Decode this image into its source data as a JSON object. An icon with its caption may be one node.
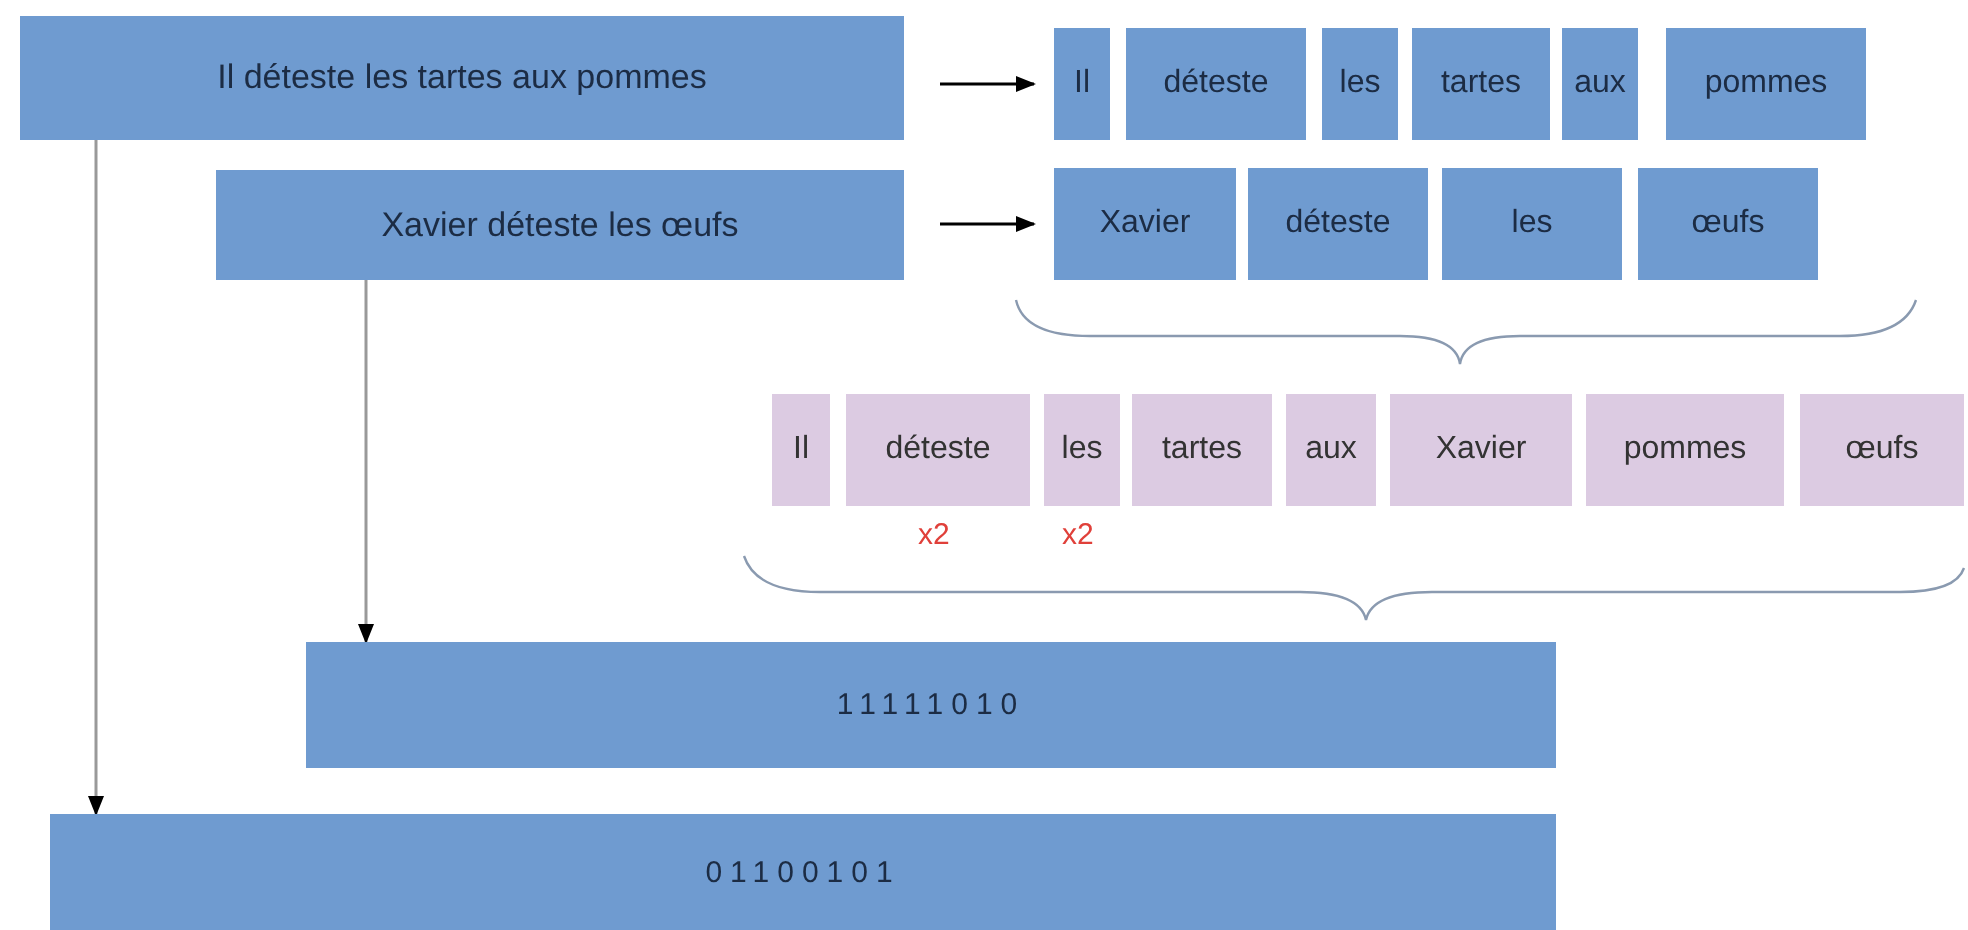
{
  "diagram": {
    "nodes": [
      {
        "text": [
          "Il déteste les tartes aux pommes"
        ]
      },
      {
        "text": [
          "Xavier déteste les œufs"
        ]
      },
      {
        "text": [
          "Il"
        ]
      },
      {
        "text": [
          "déteste"
        ]
      },
      {
        "text": [
          "les"
        ]
      },
      {
        "text": [
          "tartes"
        ]
      },
      {
        "text": [
          "aux"
        ]
      },
      {
        "text": [
          "pommes"
        ]
      },
      {
        "text": [
          "Xavier"
        ]
      },
      {
        "text": [
          "déteste"
        ]
      },
      {
        "text": [
          "les"
        ]
      },
      {
        "text": [
          "œufs"
        ]
      },
      {
        "text": [
          "Il"
        ]
      },
      {
        "text": [
          "déteste"
        ],
        "beside": [
          "x2"
        ]
      },
      {
        "text": [
          "les"
        ],
        "beside": [
          "x2"
        ]
      },
      {
        "text": [
          "tartes"
        ]
      },
      {
        "text": [
          "aux"
        ]
      },
      {
        "text": [
          "Xavier"
        ]
      },
      {
        "text": [
          "pommes"
        ]
      },
      {
        "text": [
          "œufs"
        ]
      },
      {
        "text": [
          "11111010"
        ]
      },
      {
        "text": [
          "01100101"
        ]
      }
    ],
    "edges": [
      {
        "from": 0,
        "to": 2,
        "arrow": "to"
      },
      {
        "from": 1,
        "to": 8,
        "arrow": "to"
      },
      {
        "from": 1,
        "to": 20,
        "arrow": "to",
        "color": "#999999"
      },
      {
        "from": 0,
        "to": 21,
        "arrow": "to",
        "color": "#999999"
      }
    ]
  }
}
